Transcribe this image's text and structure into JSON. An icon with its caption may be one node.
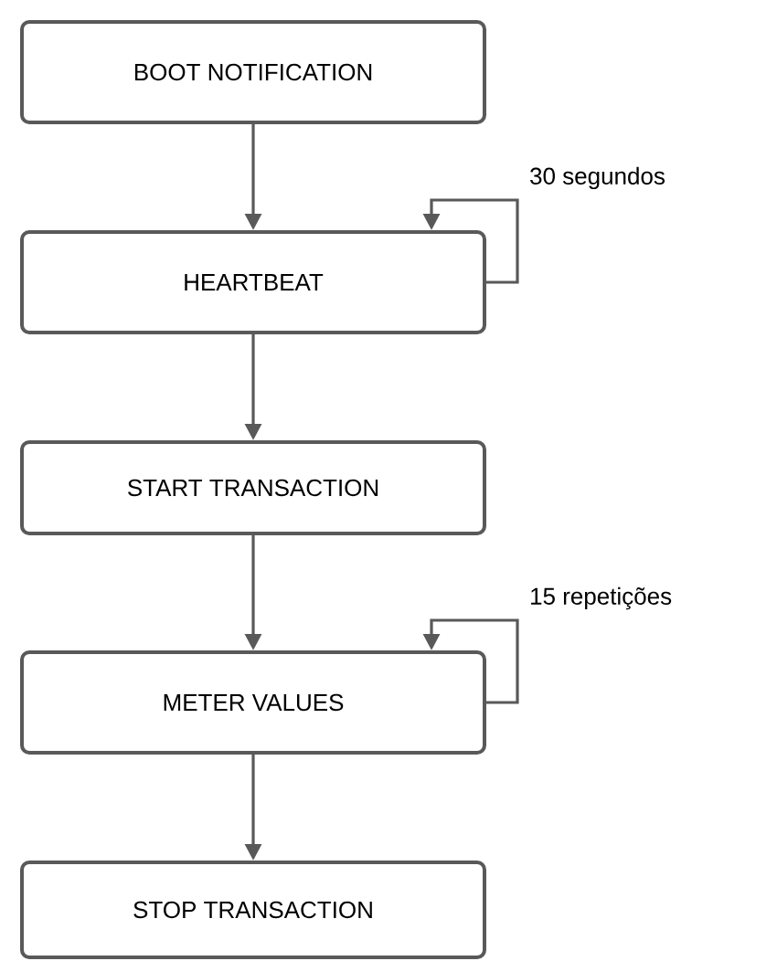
{
  "diagram": {
    "nodes": [
      {
        "text": [
          "BOOT NOTIFICATION"
        ]
      },
      {
        "text": [
          "HEARTBEAT"
        ]
      },
      {
        "text": [
          "START TRANSACTION"
        ]
      },
      {
        "text": [
          "METER VALUES"
        ]
      },
      {
        "text": [
          "STOP TRANSACTION"
        ]
      }
    ],
    "edges": [
      {
        "from": 0,
        "to": 1,
        "arrow": "to"
      },
      {
        "from": 1,
        "to": 1,
        "arrow": "to",
        "label": "30 segundos"
      },
      {
        "from": 1,
        "to": 2,
        "arrow": "to"
      },
      {
        "from": 2,
        "to": 3,
        "arrow": "to"
      },
      {
        "from": 3,
        "to": 3,
        "arrow": "to",
        "label": "15 repetições"
      },
      {
        "from": 3,
        "to": 4,
        "arrow": "to"
      }
    ]
  }
}
